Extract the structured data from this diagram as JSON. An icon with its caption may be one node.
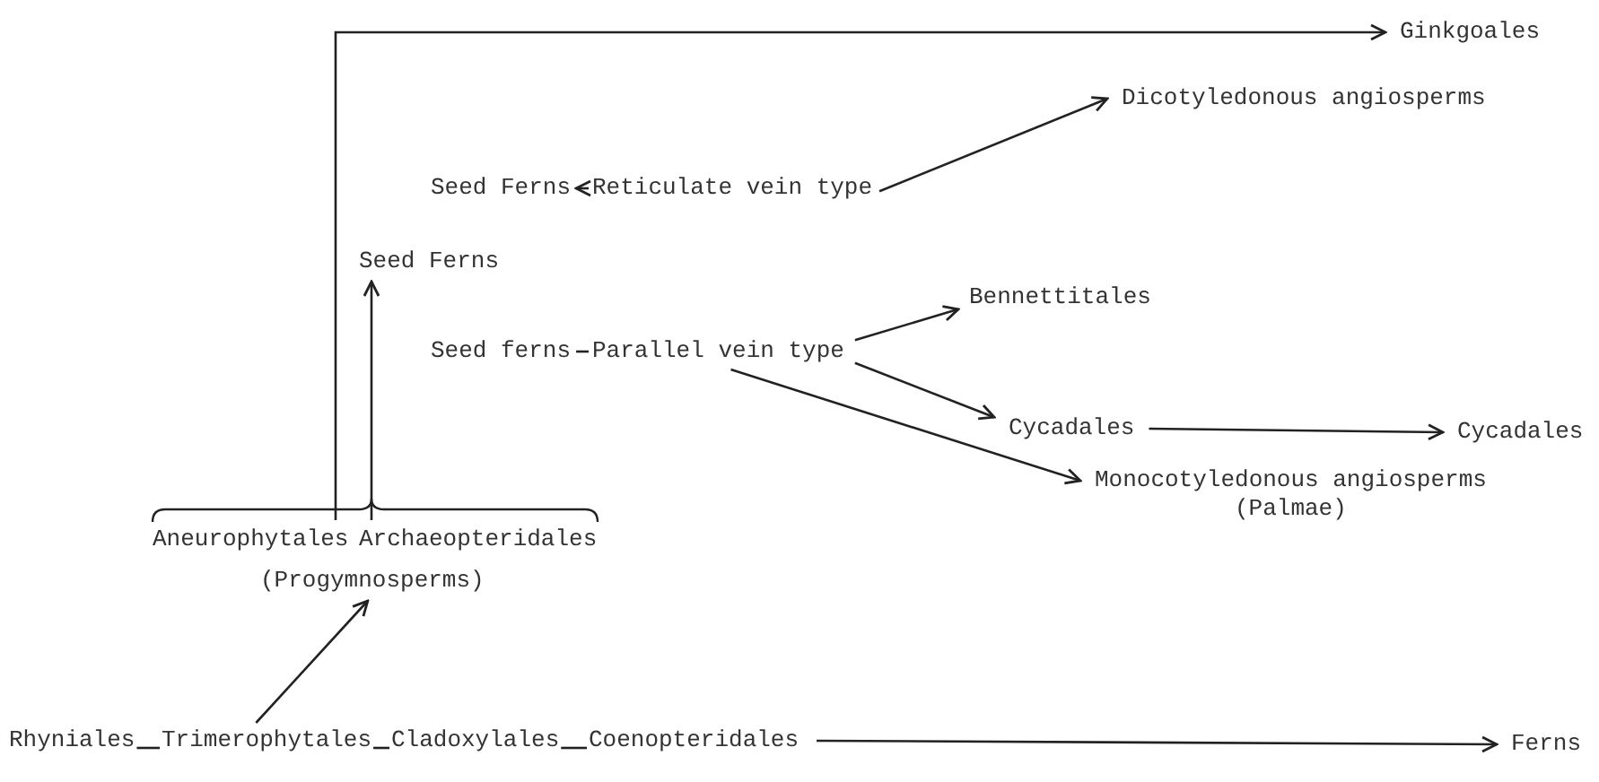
{
  "diagram": {
    "nodes": [
      {
        "text": [
          "Ginkgoales"
        ]
      },
      {
        "text": [
          "Dicotyledonous angiosperms"
        ]
      },
      {
        "text": [
          "Seed Ferns"
        ]
      },
      {
        "text": [
          "Reticulate vein type"
        ]
      },
      {
        "text": [
          "Seed Ferns"
        ]
      },
      {
        "text": [
          "Bennettitales"
        ]
      },
      {
        "text": [
          "Seed ferns"
        ]
      },
      {
        "text": [
          "Parallel vein type"
        ]
      },
      {
        "text": [
          "Cycadales"
        ]
      },
      {
        "text": [
          "Cycadales"
        ]
      },
      {
        "text": [
          "Monocotyledonous angiosperms",
          "(Palmae)"
        ]
      },
      {
        "text": [
          "Aneurophytales"
        ]
      },
      {
        "text": [
          "Archaeopteridales"
        ]
      },
      {
        "text": [
          "(Progymnosperms)"
        ]
      },
      {
        "text": [
          "Rhyniales"
        ]
      },
      {
        "text": [
          "Trimerophytales"
        ]
      },
      {
        "text": [
          "Cladoxylales"
        ]
      },
      {
        "text": [
          "Coenopteridales"
        ]
      },
      {
        "text": [
          "Ferns"
        ]
      }
    ],
    "edges": [
      {
        "from": 11,
        "to": 0,
        "arrow": "to"
      },
      {
        "from": 12,
        "to": 4,
        "arrow": "to"
      },
      {
        "from": 3,
        "to": 2,
        "arrow": "to"
      },
      {
        "from": 3,
        "to": 1,
        "arrow": "to"
      },
      {
        "from": 7,
        "to": 6,
        "arrow": "none"
      },
      {
        "from": 7,
        "to": 5,
        "arrow": "to"
      },
      {
        "from": 7,
        "to": 8,
        "arrow": "to"
      },
      {
        "from": 7,
        "to": 10,
        "arrow": "to"
      },
      {
        "from": 8,
        "to": 9,
        "arrow": "to"
      },
      {
        "from": 14,
        "to": 15,
        "arrow": "none"
      },
      {
        "from": 15,
        "to": 16,
        "arrow": "none"
      },
      {
        "from": 16,
        "to": 17,
        "arrow": "none"
      },
      {
        "from": 15,
        "to": 13,
        "arrow": "to"
      },
      {
        "from": 17,
        "to": 18,
        "arrow": "to"
      }
    ]
  }
}
